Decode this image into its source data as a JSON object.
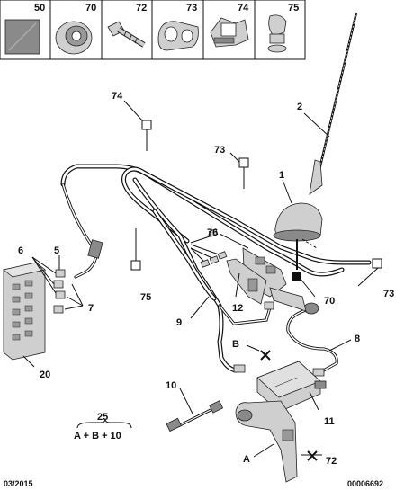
{
  "header_parts": [
    {
      "ref": "50"
    },
    {
      "ref": "70"
    },
    {
      "ref": "72"
    },
    {
      "ref": "73"
    },
    {
      "ref": "74"
    },
    {
      "ref": "75"
    }
  ],
  "callouts": {
    "c1": "1",
    "c2": "2",
    "c5": "5",
    "c6": "6",
    "c7": "7",
    "c8": "8",
    "c9": "9",
    "c10": "10",
    "c11": "11",
    "c12": "12",
    "c20": "20",
    "c70": "70",
    "c72": "72",
    "c73a": "73",
    "c73b": "73",
    "c74": "74",
    "c75": "75",
    "c76": "76",
    "cA": "A",
    "cB": "B"
  },
  "kit": {
    "ref": "25",
    "formula": "A + B + 10"
  },
  "footer": {
    "date": "03/2015",
    "doc_number": "00006692"
  },
  "colors": {
    "line": "#111111",
    "part_fill": "#cfcfcf",
    "part_dark": "#8a8a8a",
    "background": "#ffffff"
  }
}
